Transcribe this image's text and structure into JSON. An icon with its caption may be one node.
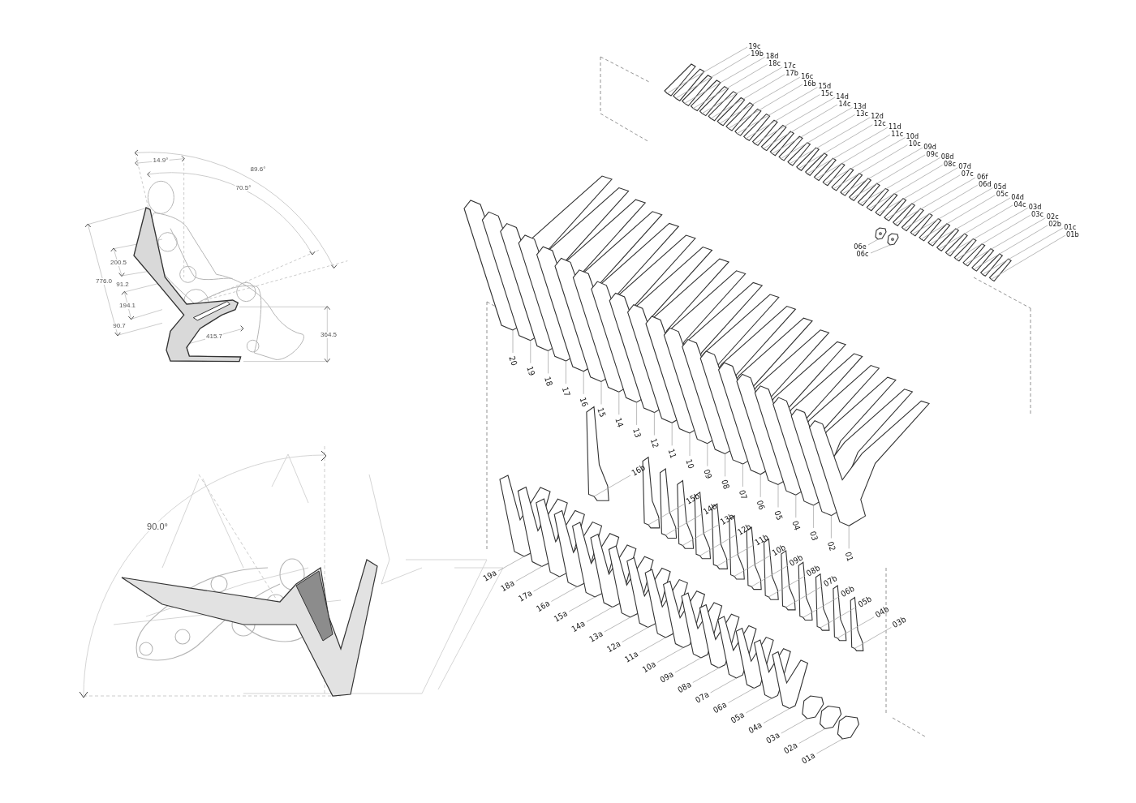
{
  "diagram": {
    "nodes": [
      {
        "text": [
          "19c"
        ]
      },
      {
        "text": [
          "19b"
        ]
      },
      {
        "text": [
          "18d"
        ]
      },
      {
        "text": [
          "18c"
        ]
      },
      {
        "text": [
          "17c"
        ]
      },
      {
        "text": [
          "17b"
        ]
      },
      {
        "text": [
          "16c"
        ]
      },
      {
        "text": [
          "16b"
        ]
      },
      {
        "text": [
          "15d"
        ]
      },
      {
        "text": [
          "15c"
        ]
      },
      {
        "text": [
          "14d"
        ]
      },
      {
        "text": [
          "14c"
        ]
      },
      {
        "text": [
          "13d"
        ]
      },
      {
        "text": [
          "13c"
        ]
      },
      {
        "text": [
          "12d"
        ]
      },
      {
        "text": [
          "12c"
        ]
      },
      {
        "text": [
          "11d"
        ]
      },
      {
        "text": [
          "11c"
        ]
      },
      {
        "text": [
          "10d"
        ]
      },
      {
        "text": [
          "10c"
        ]
      },
      {
        "text": [
          "09d"
        ]
      },
      {
        "text": [
          "09c"
        ]
      },
      {
        "text": [
          "08d"
        ]
      },
      {
        "text": [
          "08c"
        ]
      },
      {
        "text": [
          "07d"
        ]
      },
      {
        "text": [
          "07c"
        ]
      },
      {
        "text": [
          "06f"
        ]
      },
      {
        "text": [
          "06d"
        ]
      },
      {
        "text": [
          "05d"
        ]
      },
      {
        "text": [
          "05c"
        ]
      },
      {
        "text": [
          "04d"
        ]
      },
      {
        "text": [
          "04c"
        ]
      },
      {
        "text": [
          "03d"
        ]
      },
      {
        "text": [
          "03c"
        ]
      },
      {
        "text": [
          "02c"
        ]
      },
      {
        "text": [
          "02b"
        ]
      },
      {
        "text": [
          "01c"
        ]
      },
      {
        "text": [
          "01b"
        ]
      },
      {
        "text": [
          "06e"
        ]
      },
      {
        "text": [
          "06c"
        ]
      },
      {
        "text": [
          "20"
        ]
      },
      {
        "text": [
          "19"
        ]
      },
      {
        "text": [
          "18"
        ]
      },
      {
        "text": [
          "17"
        ]
      },
      {
        "text": [
          "16"
        ]
      },
      {
        "text": [
          "15"
        ]
      },
      {
        "text": [
          "14"
        ]
      },
      {
        "text": [
          "13"
        ]
      },
      {
        "text": [
          "12"
        ]
      },
      {
        "text": [
          "11"
        ]
      },
      {
        "text": [
          "10"
        ]
      },
      {
        "text": [
          "09"
        ]
      },
      {
        "text": [
          "08"
        ]
      },
      {
        "text": [
          "07"
        ]
      },
      {
        "text": [
          "06"
        ]
      },
      {
        "text": [
          "05"
        ]
      },
      {
        "text": [
          "04"
        ]
      },
      {
        "text": [
          "03"
        ]
      },
      {
        "text": [
          "02"
        ]
      },
      {
        "text": [
          "01"
        ]
      },
      {
        "text": [
          "16b"
        ]
      },
      {
        "text": [
          "15b"
        ]
      },
      {
        "text": [
          "14b"
        ]
      },
      {
        "text": [
          "13b"
        ]
      },
      {
        "text": [
          "12b"
        ]
      },
      {
        "text": [
          "11b"
        ]
      },
      {
        "text": [
          "10b"
        ]
      },
      {
        "text": [
          "09b"
        ]
      },
      {
        "text": [
          "08b"
        ]
      },
      {
        "text": [
          "07b"
        ]
      },
      {
        "text": [
          "06b"
        ]
      },
      {
        "text": [
          "05b"
        ]
      },
      {
        "text": [
          "04b"
        ]
      },
      {
        "text": [
          "03b"
        ]
      },
      {
        "text": [
          "19a"
        ]
      },
      {
        "text": [
          "18a"
        ]
      },
      {
        "text": [
          "17a"
        ]
      },
      {
        "text": [
          "16a"
        ]
      },
      {
        "text": [
          "15a"
        ]
      },
      {
        "text": [
          "14a"
        ]
      },
      {
        "text": [
          "13a"
        ]
      },
      {
        "text": [
          "12a"
        ]
      },
      {
        "text": [
          "11a"
        ]
      },
      {
        "text": [
          "10a"
        ]
      },
      {
        "text": [
          "09a"
        ]
      },
      {
        "text": [
          "08a"
        ]
      },
      {
        "text": [
          "07a"
        ]
      },
      {
        "text": [
          "06a"
        ]
      },
      {
        "text": [
          "05a"
        ]
      },
      {
        "text": [
          "04a"
        ]
      },
      {
        "text": [
          "03a"
        ]
      },
      {
        "text": [
          "02a"
        ]
      },
      {
        "text": [
          "01a"
        ]
      },
      {
        "text": [],
        "shape": "picture"
      },
      {
        "text": [],
        "shape": "picture"
      },
      {
        "text": [],
        "shape": "picture"
      },
      {
        "text": [],
        "shape": "picture"
      },
      {
        "text": [],
        "shape": "picture"
      },
      {
        "text": [],
        "shape": "picture"
      },
      {
        "text": [],
        "shape": "picture"
      },
      {
        "text": [],
        "shape": "picture"
      },
      {
        "text": [],
        "shape": "picture"
      },
      {
        "text": [],
        "shape": "picture"
      },
      {
        "text": [],
        "shape": "picture"
      },
      {
        "text": [],
        "shape": "picture"
      },
      {
        "text": [],
        "shape": "picture"
      },
      {
        "text": [],
        "shape": "picture"
      },
      {
        "text": [],
        "shape": "picture"
      },
      {
        "text": [],
        "shape": "picture"
      },
      {
        "text": [],
        "shape": "picture"
      },
      {
        "text": [],
        "shape": "picture"
      },
      {
        "text": [],
        "shape": "picture"
      },
      {
        "text": [],
        "shape": "picture"
      },
      {
        "text": [],
        "shape": "picture"
      },
      {
        "text": [],
        "shape": "picture"
      },
      {
        "text": [],
        "shape": "picture"
      },
      {
        "text": [],
        "shape": "picture"
      },
      {
        "text": [],
        "shape": "picture"
      },
      {
        "text": [],
        "shape": "picture"
      },
      {
        "text": [],
        "shape": "picture"
      },
      {
        "text": [],
        "shape": "picture"
      },
      {
        "text": [],
        "shape": "picture"
      },
      {
        "text": [],
        "shape": "picture"
      },
      {
        "text": [],
        "shape": "picture"
      },
      {
        "text": [],
        "shape": "picture"
      },
      {
        "text": [],
        "shape": "picture"
      },
      {
        "text": [],
        "shape": "picture"
      },
      {
        "text": [],
        "shape": "picture"
      },
      {
        "text": [],
        "shape": "picture"
      },
      {
        "text": [],
        "shape": "picture"
      },
      {
        "text": [],
        "shape": "picture"
      },
      {
        "text": [],
        "shape": "picture"
      },
      {
        "text": [],
        "shape": "picture"
      },
      {
        "text": [],
        "shape": "picture"
      },
      {
        "text": [],
        "shape": "picture"
      },
      {
        "text": [],
        "shape": "picture"
      },
      {
        "text": [],
        "shape": "picture"
      },
      {
        "text": [],
        "shape": "picture"
      },
      {
        "text": [],
        "shape": "picture"
      },
      {
        "text": [],
        "shape": "picture"
      },
      {
        "text": [],
        "shape": "picture"
      },
      {
        "text": [],
        "shape": "picture"
      },
      {
        "text": [],
        "shape": "picture"
      },
      {
        "text": [],
        "shape": "picture"
      },
      {
        "text": [],
        "shape": "picture"
      },
      {
        "text": [],
        "shape": "picture"
      },
      {
        "text": [],
        "shape": "picture"
      },
      {
        "text": [],
        "shape": "picture"
      },
      {
        "text": [],
        "shape": "picture"
      },
      {
        "text": [],
        "shape": "picture"
      },
      {
        "text": [],
        "shape": "picture"
      },
      {
        "text": [],
        "shape": "picture"
      },
      {
        "text": [],
        "shape": "picture"
      },
      {
        "text": [],
        "shape": "picture"
      },
      {
        "text": [],
        "shape": "picture"
      },
      {
        "text": [],
        "shape": "picture"
      },
      {
        "text": [],
        "shape": "picture"
      },
      {
        "text": [],
        "shape": "picture"
      },
      {
        "text": [],
        "shape": "picture"
      },
      {
        "text": [],
        "shape": "picture"
      },
      {
        "text": [],
        "shape": "picture"
      },
      {
        "text": [],
        "shape": "picture"
      },
      {
        "text": [],
        "shape": "picture"
      },
      {
        "text": [],
        "shape": "picture"
      },
      {
        "text": [],
        "shape": "picture"
      },
      {
        "text": [],
        "shape": "picture"
      },
      {
        "text": [],
        "shape": "picture"
      },
      {
        "text": [],
        "shape": "picture"
      },
      {
        "text": [],
        "shape": "picture"
      },
      {
        "text": [],
        "shape": "picture"
      },
      {
        "text": [],
        "shape": "picture"
      },
      {
        "text": [],
        "shape": "picture"
      },
      {
        "text": [],
        "shape": "picture"
      },
      {
        "text": [],
        "shape": "picture"
      },
      {
        "text": [],
        "shape": "picture"
      },
      {
        "text": [],
        "shape": "picture"
      },
      {
        "text": [],
        "shape": "picture"
      },
      {
        "text": [],
        "shape": "picture"
      },
      {
        "text": [],
        "shape": "picture"
      },
      {
        "text": [],
        "shape": "picture"
      },
      {
        "text": [],
        "shape": "picture"
      },
      {
        "text": [],
        "shape": "picture"
      },
      {
        "text": [],
        "shape": "picture"
      },
      {
        "text": [],
        "shape": "picture"
      },
      {
        "text": [],
        "shape": "picture"
      },
      {
        "text": [],
        "shape": "picture"
      }
    ],
    "edges": [
      {
        "from": 0,
        "to": 93,
        "arrow": "none"
      },
      {
        "from": 1,
        "to": 94,
        "arrow": "none"
      },
      {
        "from": 2,
        "to": 95,
        "arrow": "none"
      },
      {
        "from": 3,
        "to": 96,
        "arrow": "none"
      },
      {
        "from": 4,
        "to": 97,
        "arrow": "none"
      },
      {
        "from": 5,
        "to": 98,
        "arrow": "none"
      },
      {
        "from": 6,
        "to": 99,
        "arrow": "none"
      },
      {
        "from": 7,
        "to": 100,
        "arrow": "none"
      },
      {
        "from": 8,
        "to": 101,
        "arrow": "none"
      },
      {
        "from": 9,
        "to": 102,
        "arrow": "none"
      },
      {
        "from": 10,
        "to": 103,
        "arrow": "none"
      },
      {
        "from": 11,
        "to": 104,
        "arrow": "none"
      },
      {
        "from": 12,
        "to": 105,
        "arrow": "none"
      },
      {
        "from": 13,
        "to": 106,
        "arrow": "none"
      },
      {
        "from": 14,
        "to": 107,
        "arrow": "none"
      },
      {
        "from": 15,
        "to": 108,
        "arrow": "none"
      },
      {
        "from": 16,
        "to": 109,
        "arrow": "none"
      },
      {
        "from": 17,
        "to": 110,
        "arrow": "none"
      },
      {
        "from": 18,
        "to": 111,
        "arrow": "none"
      },
      {
        "from": 19,
        "to": 112,
        "arrow": "none"
      },
      {
        "from": 20,
        "to": 113,
        "arrow": "none"
      },
      {
        "from": 21,
        "to": 114,
        "arrow": "none"
      },
      {
        "from": 22,
        "to": 115,
        "arrow": "none"
      },
      {
        "from": 23,
        "to": 116,
        "arrow": "none"
      },
      {
        "from": 24,
        "to": 117,
        "arrow": "none"
      },
      {
        "from": 25,
        "to": 118,
        "arrow": "none"
      },
      {
        "from": 26,
        "to": 119,
        "arrow": "none"
      },
      {
        "from": 27,
        "to": 120,
        "arrow": "none"
      },
      {
        "from": 28,
        "to": 121,
        "arrow": "none"
      },
      {
        "from": 29,
        "to": 122,
        "arrow": "none"
      },
      {
        "from": 30,
        "to": 123,
        "arrow": "none"
      },
      {
        "from": 31,
        "to": 124,
        "arrow": "none"
      },
      {
        "from": 32,
        "to": 125,
        "arrow": "none"
      },
      {
        "from": 33,
        "to": 126,
        "arrow": "none"
      },
      {
        "from": 34,
        "to": 127,
        "arrow": "none"
      },
      {
        "from": 35,
        "to": 128,
        "arrow": "none"
      },
      {
        "from": 36,
        "to": 129,
        "arrow": "none"
      },
      {
        "from": 37,
        "to": 130,
        "arrow": "none"
      },
      {
        "from": 38,
        "to": 131,
        "arrow": "none"
      },
      {
        "from": 39,
        "to": 132,
        "arrow": "none"
      },
      {
        "from": 40,
        "to": 133,
        "arrow": "none"
      },
      {
        "from": 41,
        "to": 134,
        "arrow": "none"
      },
      {
        "from": 42,
        "to": 135,
        "arrow": "none"
      },
      {
        "from": 43,
        "to": 136,
        "arrow": "none"
      },
      {
        "from": 44,
        "to": 137,
        "arrow": "none"
      },
      {
        "from": 45,
        "to": 138,
        "arrow": "none"
      },
      {
        "from": 46,
        "to": 139,
        "arrow": "none"
      },
      {
        "from": 47,
        "to": 140,
        "arrow": "none"
      },
      {
        "from": 48,
        "to": 141,
        "arrow": "none"
      },
      {
        "from": 49,
        "to": 142,
        "arrow": "none"
      },
      {
        "from": 50,
        "to": 143,
        "arrow": "none"
      },
      {
        "from": 51,
        "to": 144,
        "arrow": "none"
      },
      {
        "from": 52,
        "to": 145,
        "arrow": "none"
      },
      {
        "from": 53,
        "to": 146,
        "arrow": "none"
      },
      {
        "from": 54,
        "to": 147,
        "arrow": "none"
      },
      {
        "from": 55,
        "to": 148,
        "arrow": "none"
      },
      {
        "from": 56,
        "to": 149,
        "arrow": "none"
      },
      {
        "from": 57,
        "to": 150,
        "arrow": "none"
      },
      {
        "from": 58,
        "to": 151,
        "arrow": "none"
      },
      {
        "from": 59,
        "to": 152,
        "arrow": "none"
      },
      {
        "from": 60,
        "to": 153,
        "arrow": "none"
      },
      {
        "from": 61,
        "to": 154,
        "arrow": "none"
      },
      {
        "from": 62,
        "to": 155,
        "arrow": "none"
      },
      {
        "from": 63,
        "to": 156,
        "arrow": "none"
      },
      {
        "from": 64,
        "to": 157,
        "arrow": "none"
      },
      {
        "from": 65,
        "to": 158,
        "arrow": "none"
      },
      {
        "from": 66,
        "to": 159,
        "arrow": "none"
      },
      {
        "from": 67,
        "to": 160,
        "arrow": "none"
      },
      {
        "from": 68,
        "to": 161,
        "arrow": "none"
      },
      {
        "from": 69,
        "to": 162,
        "arrow": "none"
      },
      {
        "from": 70,
        "to": 163,
        "arrow": "none"
      },
      {
        "from": 71,
        "to": 164,
        "arrow": "none"
      },
      {
        "from": 72,
        "to": 165,
        "arrow": "none"
      },
      {
        "from": 73,
        "to": 166,
        "arrow": "none"
      },
      {
        "from": 74,
        "to": 167,
        "arrow": "none"
      },
      {
        "from": 75,
        "to": 168,
        "arrow": "none"
      },
      {
        "from": 76,
        "to": 169,
        "arrow": "none"
      },
      {
        "from": 77,
        "to": 170,
        "arrow": "none"
      },
      {
        "from": 78,
        "to": 171,
        "arrow": "none"
      },
      {
        "from": 79,
        "to": 172,
        "arrow": "none"
      },
      {
        "from": 80,
        "to": 173,
        "arrow": "none"
      },
      {
        "from": 81,
        "to": 174,
        "arrow": "none"
      },
      {
        "from": 82,
        "to": 175,
        "arrow": "none"
      },
      {
        "from": 83,
        "to": 176,
        "arrow": "none"
      },
      {
        "from": 84,
        "to": 177,
        "arrow": "none"
      },
      {
        "from": 85,
        "to": 178,
        "arrow": "none"
      },
      {
        "from": 86,
        "to": 179,
        "arrow": "none"
      },
      {
        "from": 87,
        "to": 180,
        "arrow": "none"
      },
      {
        "from": 88,
        "to": 181,
        "arrow": "none"
      },
      {
        "from": 89,
        "to": 182,
        "arrow": "none"
      },
      {
        "from": 90,
        "to": 183,
        "arrow": "none"
      },
      {
        "from": 91,
        "to": 184,
        "arrow": "none"
      },
      {
        "from": 92,
        "to": 185,
        "arrow": "none"
      }
    ],
    "labels": [
      "14.9°",
      "89.6°",
      "70.5°",
      "200.5",
      "776.0",
      "91.2",
      "194.1",
      "90.7",
      "415.7",
      "364.5",
      "90.0°"
    ]
  }
}
